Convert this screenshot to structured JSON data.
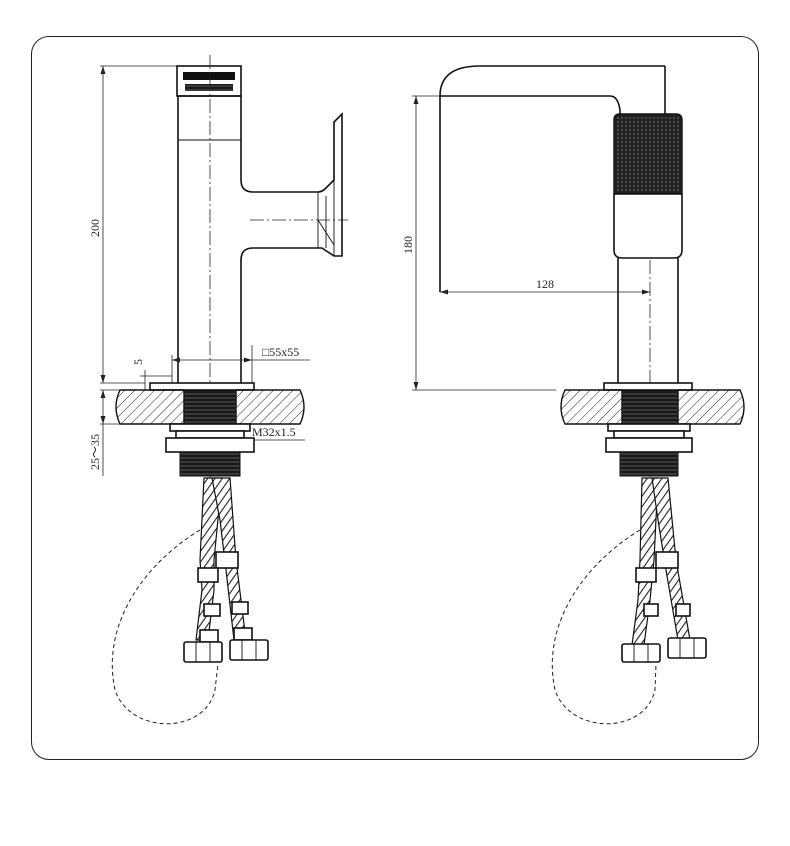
{
  "dimensions": {
    "height_left": "200",
    "height_right": "180",
    "reach": "128",
    "base_square": "□55x55",
    "plate_thickness": "5",
    "thread": "M32x1.5",
    "deck_range": "25～35"
  },
  "colors": {
    "line": "#111111",
    "background": "#ffffff",
    "frame": "#222222"
  }
}
